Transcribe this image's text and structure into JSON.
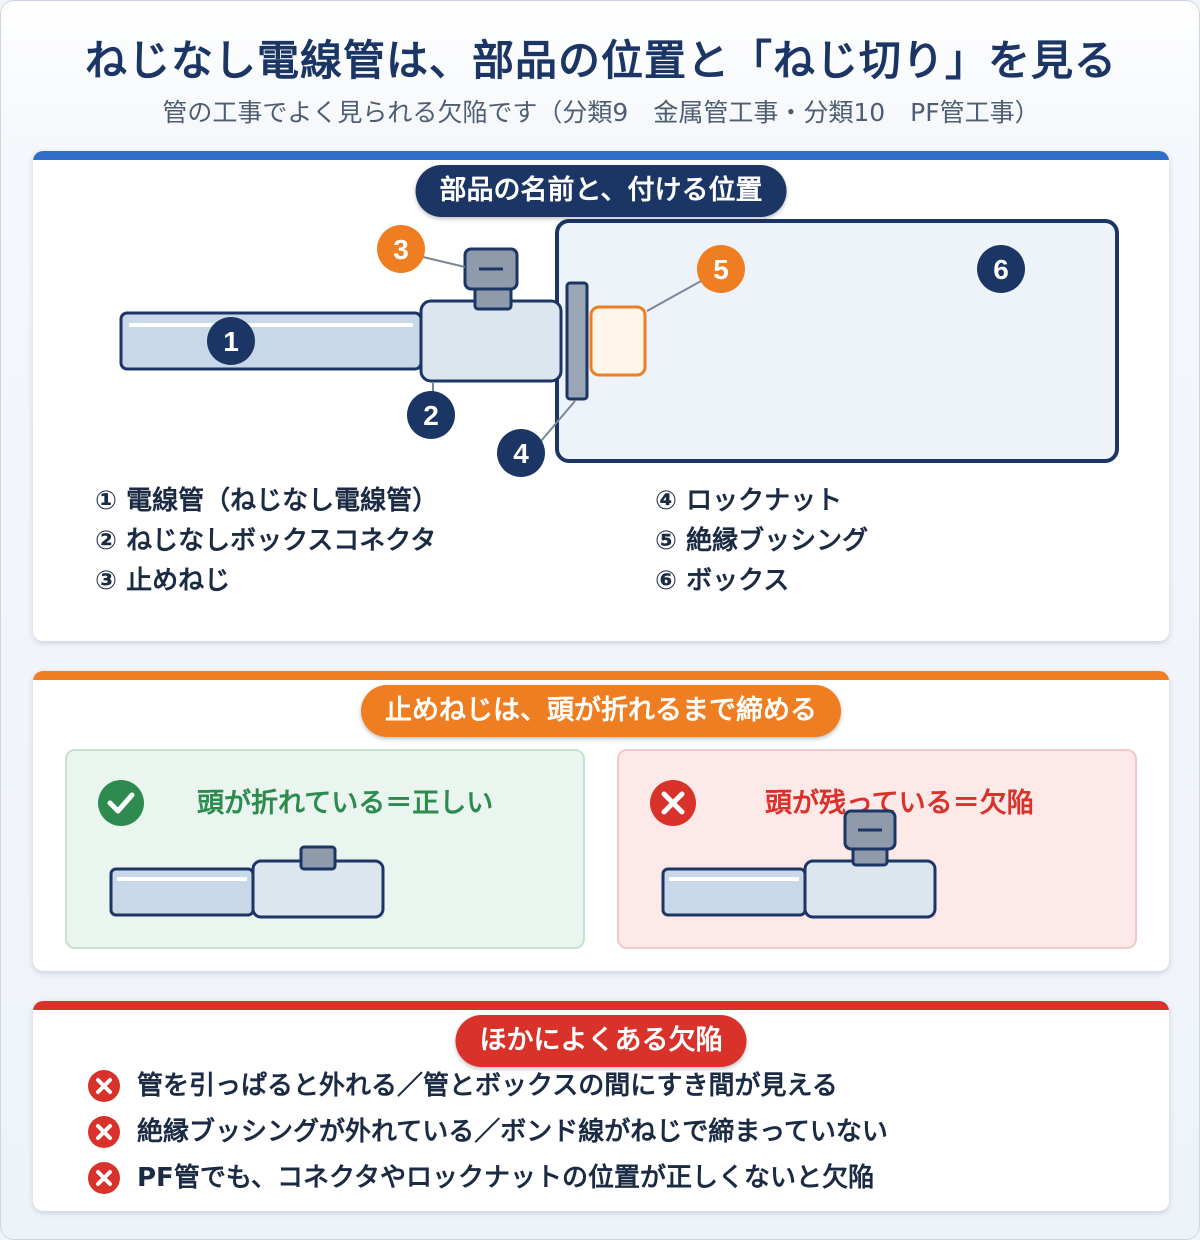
{
  "title": "ねじなし電線管は、部品の位置と「ねじ切り」を見る",
  "subtitle": "管の工事でよく見られる欠陥です（分類9　金属管工事・分類10　PF管工事）",
  "colors": {
    "navy": "#1b3565",
    "blue_bar": "#2f6fc9",
    "orange": "#ef7d22",
    "red": "#d9322b",
    "green": "#2e8b4f"
  },
  "parts_panel": {
    "heading": "部品の名前と、付ける位置",
    "markers": [
      "1",
      "2",
      "3",
      "4",
      "5",
      "6"
    ],
    "legend_left": [
      "① 電線管（ねじなし電線管）",
      "② ねじなしボックスコネクタ",
      "③ 止めねじ"
    ],
    "legend_right": [
      "④ ロックナット",
      "⑤ 絶縁ブッシング",
      "⑥ ボックス"
    ]
  },
  "screw_panel": {
    "heading": "止めねじは、頭が折れるまで締める",
    "ok_label": "頭が折れている＝正しい",
    "ok_icon": "check-circle-icon",
    "ng_label": "頭が残っている＝欠陥",
    "ng_icon": "x-circle-icon"
  },
  "defects_panel": {
    "heading": "ほかによくある欠陥",
    "items": [
      "管を引っぱると外れる／管とボックスの間にすき間が見える",
      "絶縁ブッシングが外れている／ボンド線がねじで締まっていない",
      "PF管でも、コネクタやロックナットの位置が正しくないと欠陥"
    ],
    "icon": "x-circle-icon"
  }
}
